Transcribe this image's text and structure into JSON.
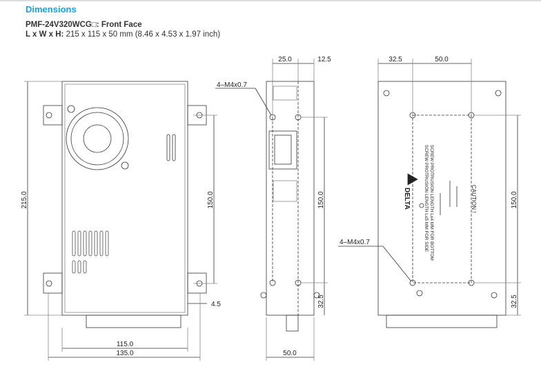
{
  "title": "Dimensions",
  "model_line": "PMF-24V320WCG□: Front Face",
  "size_label": "L x W x H:",
  "size_value": " 215 x 115 x 50 mm (8.46 x 4.53 x 1.97 inch)",
  "front": {
    "height": "215.0",
    "hole_spacing": "150.0",
    "offset": "4.5",
    "width_body": "115.0",
    "width_total": "135.0"
  },
  "side": {
    "top_a": "25.0",
    "top_b": "12.5",
    "hole_spacing": "150.0",
    "bottom": "32.5",
    "depth": "50.0",
    "thread": "4–M4x0.7"
  },
  "rear": {
    "top_a": "32.5",
    "top_b": "50.0",
    "hole_spacing": "150.0",
    "bottom": "32.5",
    "thread": "4–M4x0.7",
    "caution": "CAUTION !",
    "note1": "SCREW PROTRUSION LENGTH L≤4 MM FOR BOTTOM",
    "note2": "SCREW PROTRUSION LENGTH L≤5 MM FOR SIDE",
    "logo": "DELTA"
  }
}
